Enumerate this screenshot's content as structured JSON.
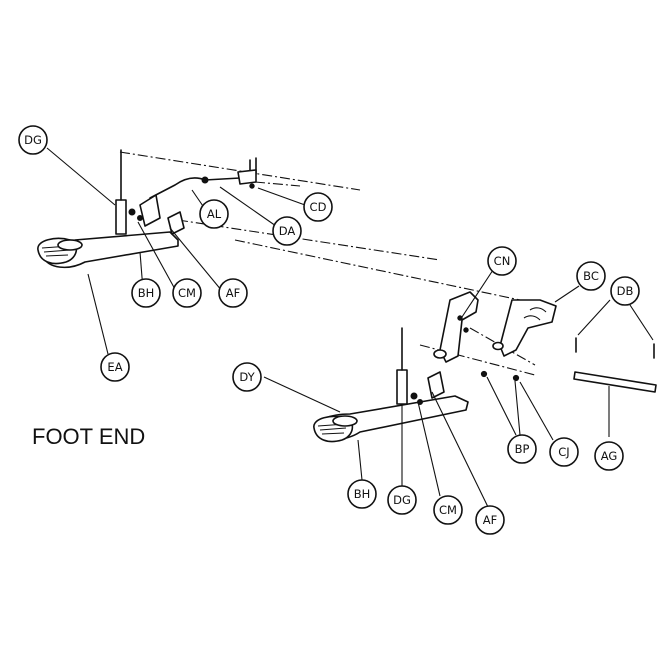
{
  "title": "FOOT END",
  "callouts": {
    "dg_1": "DG",
    "cd": "CD",
    "al": "AL",
    "da": "DA",
    "bh_1": "BH",
    "cm_1": "CM",
    "af_1": "AF",
    "ea": "EA",
    "cn": "CN",
    "bc": "BC",
    "db": "DB",
    "dy": "DY",
    "bp": "BP",
    "cj": "CJ",
    "ag": "AG",
    "bh_2": "BH",
    "dg_2": "DG",
    "cm_2": "CM",
    "af_2": "AF"
  }
}
